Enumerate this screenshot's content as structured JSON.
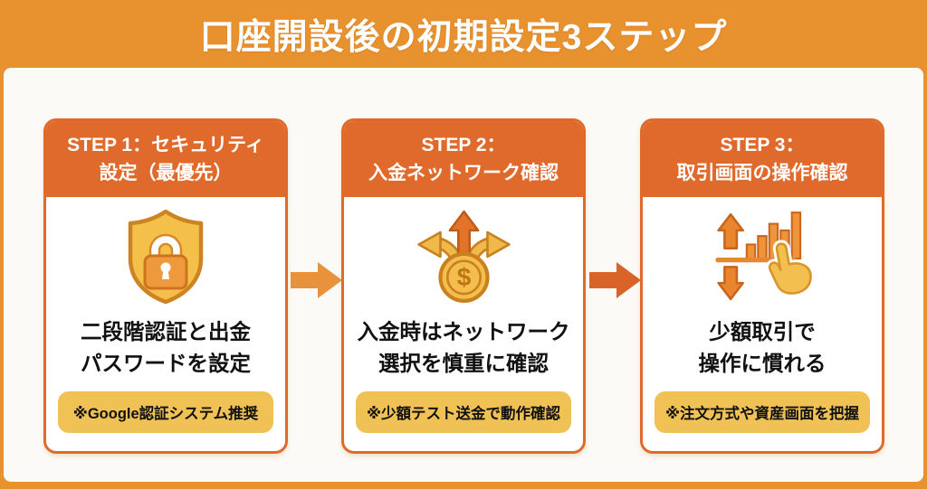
{
  "title": "口座開設後の初期設定3ステップ",
  "steps": [
    {
      "header_line1": "STEP 1：セキュリティ",
      "header_line2": "設定（最優先）",
      "icon": "shield-lock-icon",
      "body_line1": "二段階認証と出金",
      "body_line2": "パスワードを設定",
      "note": "※Google認証システム推奨"
    },
    {
      "header_line1": "STEP 2：",
      "header_line2": "入金ネットワーク確認",
      "icon": "coin-network-arrows-icon",
      "body_line1": "入金時はネットワーク",
      "body_line2": "選択を慎重に確認",
      "note": "※少額テスト送金で動作確認"
    },
    {
      "header_line1": "STEP 3：",
      "header_line2": "取引画面の操作確認",
      "icon": "trading-chart-hand-icon",
      "body_line1": "少額取引で",
      "body_line2": "操作に慣れる",
      "note": "※注文方式や資産画面を把握"
    }
  ],
  "colors": {
    "banner_orange": "#E8912F",
    "card_header_orange": "#E06A2C",
    "note_badge_gold": "#F0C155",
    "flow_arrow_1": "#E8923C",
    "flow_arrow_2": "#D96329",
    "icon_gold": "#F3BE4D",
    "icon_orange": "#EE9A3C",
    "icon_outline": "#C8811E",
    "body_text": "#111111",
    "content_background": "#FCFAF6"
  }
}
